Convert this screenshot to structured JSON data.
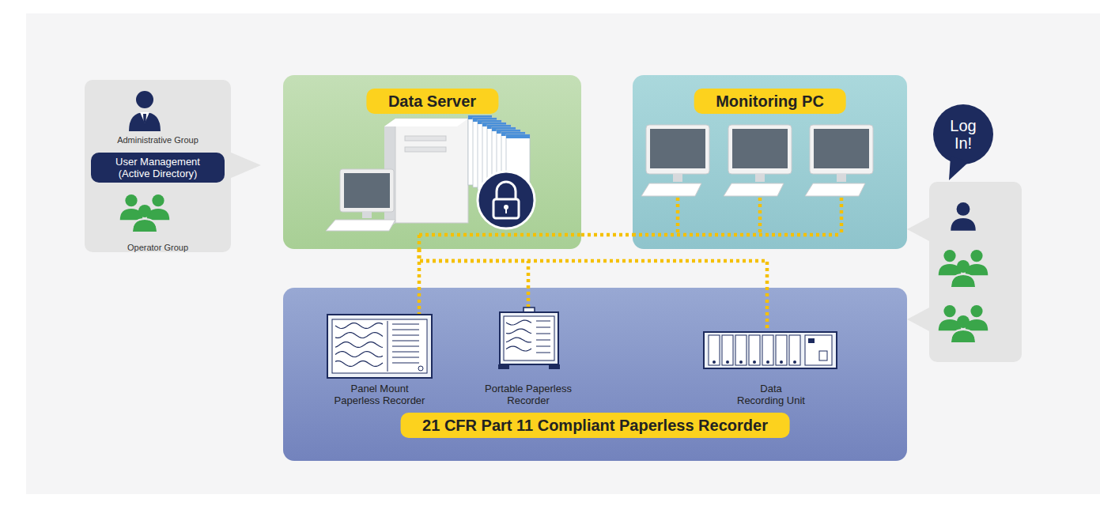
{
  "diagram": {
    "nodes": [
      {
        "text": [
          "Administrative Group",
          "Operator Group"
        ]
      },
      {
        "text": [
          "User Management (Active Directory)"
        ],
        "in": 0
      },
      {
        "text": [
          "Data Server"
        ]
      },
      {
        "text": [
          "Monitoring PC"
        ]
      },
      {
        "text": [
          "Log In!"
        ]
      },
      {
        "text": [
          "21 CFR Part 11 Compliant Paperless Recorder"
        ]
      },
      {
        "text": [
          "Panel Mount Paperless Recorder"
        ],
        "in": 5
      },
      {
        "text": [
          "Portable Paperless Recorder"
        ],
        "in": 5
      },
      {
        "text": [
          "Data Recording Unit"
        ],
        "in": 5
      }
    ],
    "edges": [
      {
        "from": 2,
        "to": 3,
        "arrow": "none"
      },
      {
        "from": 2,
        "to": 6,
        "arrow": "none"
      },
      {
        "from": 2,
        "to": 7,
        "arrow": "none"
      },
      {
        "from": 2,
        "to": 8,
        "arrow": "none"
      }
    ]
  }
}
